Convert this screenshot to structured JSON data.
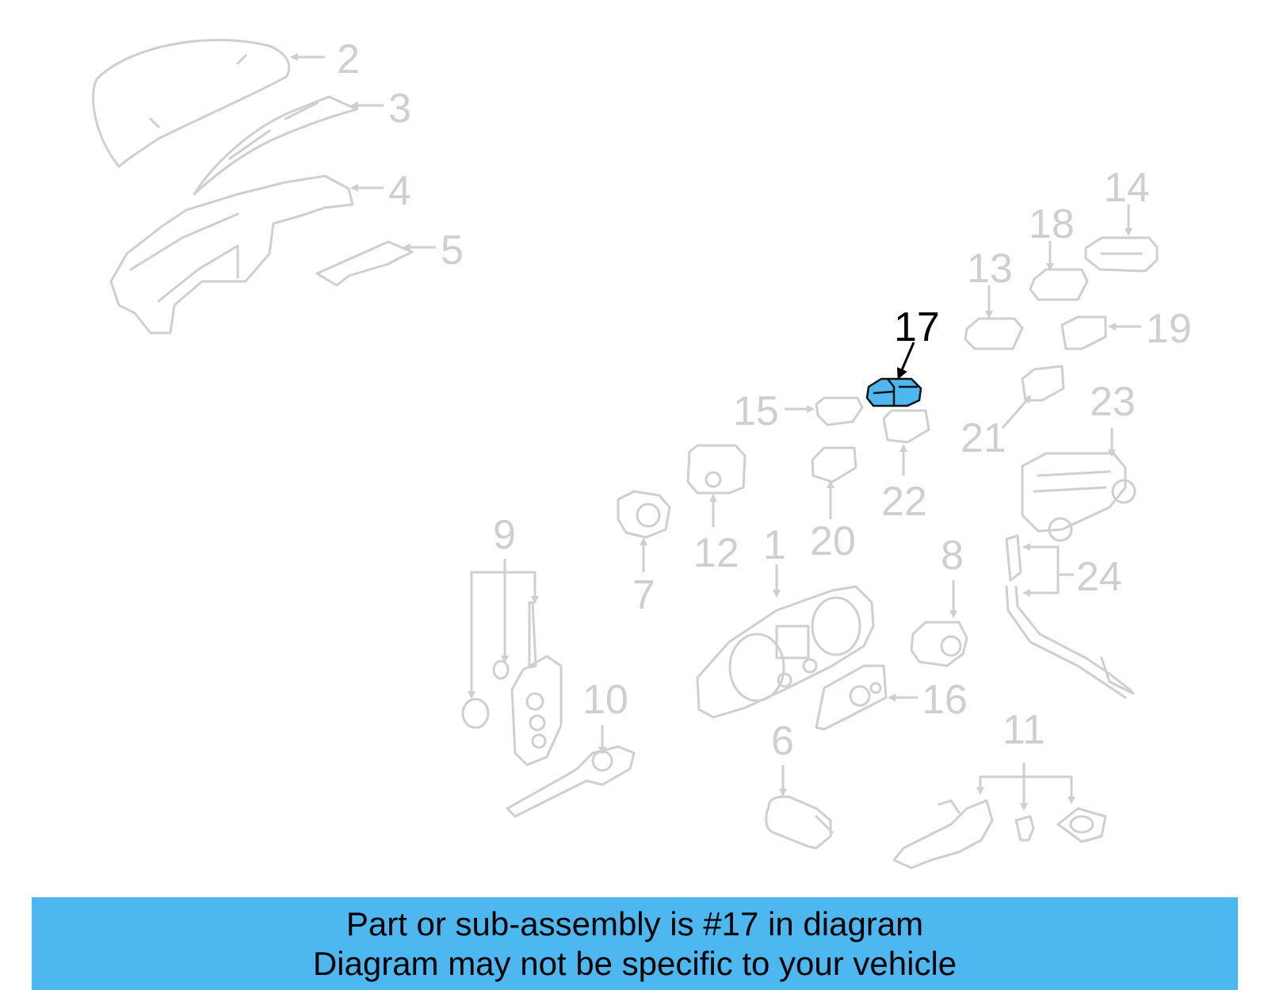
{
  "diagram": {
    "callouts": {
      "c1": "1",
      "c2": "2",
      "c3": "3",
      "c4": "4",
      "c5": "5",
      "c6": "6",
      "c7": "7",
      "c8": "8",
      "c9": "9",
      "c10": "10",
      "c11": "11",
      "c12": "12",
      "c13": "13",
      "c14": "14",
      "c15": "15",
      "c16": "16",
      "c17": "17",
      "c18": "18",
      "c19": "19",
      "c20": "20",
      "c21": "21",
      "c22": "22",
      "c23": "23",
      "c24": "24"
    },
    "highlighted_part": "17",
    "colors": {
      "highlight_fill": "#4db8ef",
      "faded_line": "#cfcfcf",
      "banner": "#4db8ef"
    }
  },
  "banner": {
    "line1": "Part or sub-assembly is #17 in diagram",
    "line2": "Diagram may not be specific to your vehicle"
  }
}
